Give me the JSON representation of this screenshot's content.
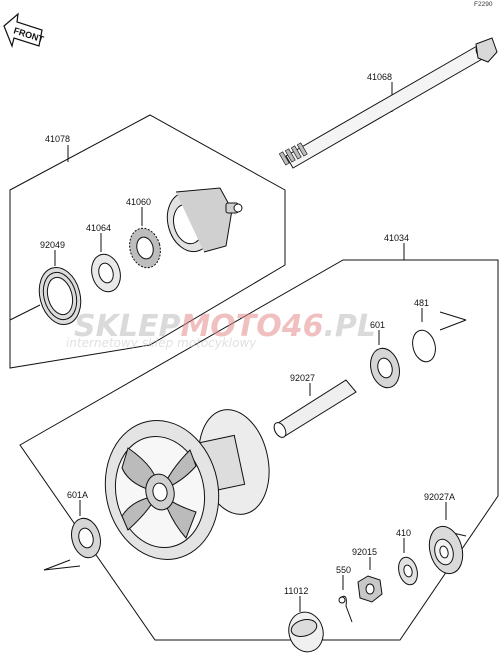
{
  "figure_code": "F2290",
  "front_label": "FRONT",
  "watermark": {
    "brand_left": "SKLEP",
    "brand_right": "MOTO46",
    "brand_tld": ".PL",
    "tagline": "internetowy sklep motocyklowy"
  },
  "part_labels": {
    "p41068": "41068",
    "p41078": "41078",
    "p41060": "41060",
    "p41064": "41064",
    "p92049": "92049",
    "p41034": "41034",
    "p481": "481",
    "p601": "601",
    "p92027": "92027",
    "p601A": "601A",
    "p92027A": "92027A",
    "p410": "410",
    "p92015": "92015",
    "p550": "550",
    "p11012": "11012"
  }
}
